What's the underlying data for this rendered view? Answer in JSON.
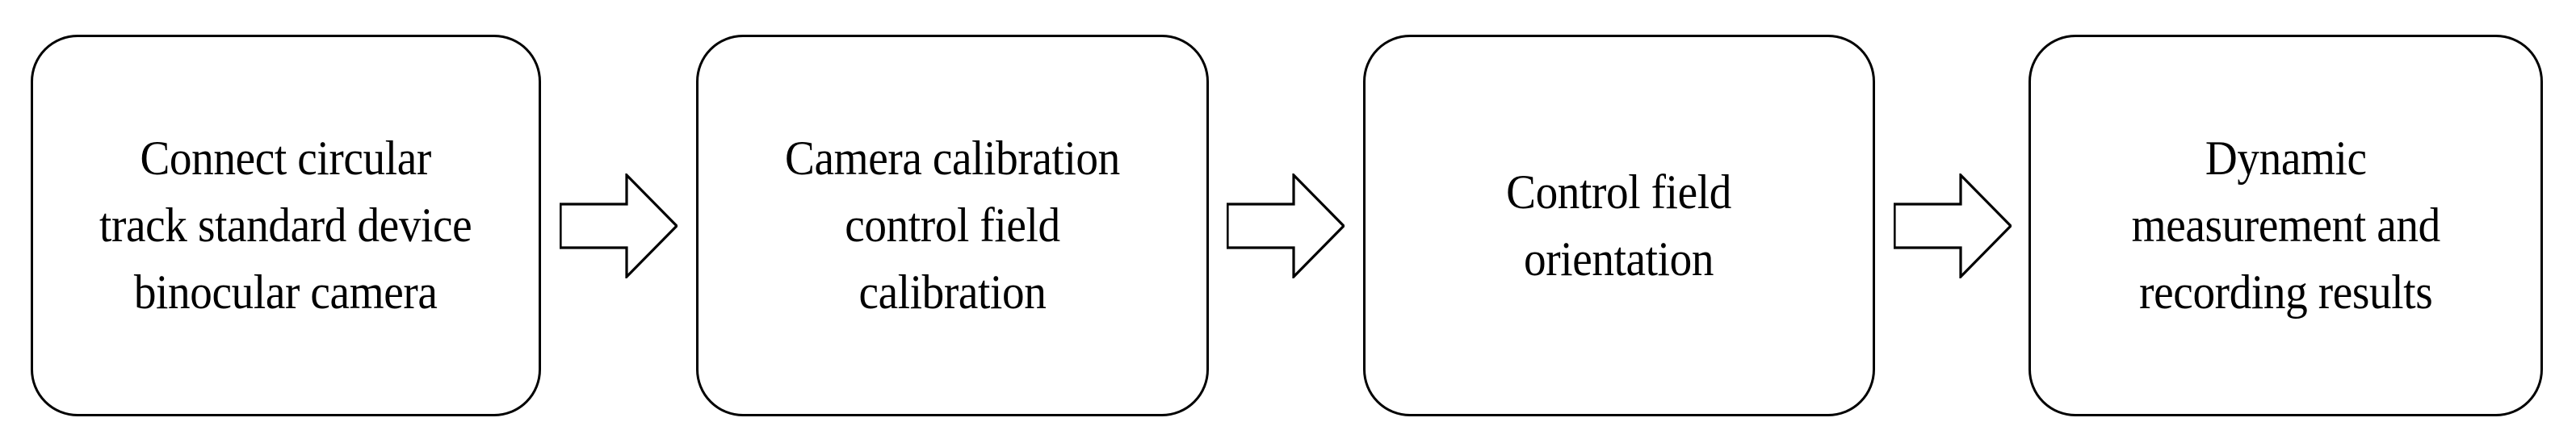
{
  "diagram": {
    "type": "flowchart",
    "orientation": "horizontal-left-to-right",
    "background_color": "#ffffff",
    "stroke_color": "#000000",
    "text_color": "#000000",
    "nodes": [
      {
        "id": "node-1",
        "shape": "rounded-rectangle",
        "label": "Connect circular\ntrack standard device\nbinocular camera",
        "lines": [
          "Connect circular",
          "track standard device",
          "binocular camera"
        ]
      },
      {
        "id": "node-2",
        "shape": "rounded-rectangle",
        "label": "Camera calibration\ncontrol field\ncalibration",
        "lines": [
          "Camera calibration",
          "control field",
          "calibration"
        ]
      },
      {
        "id": "node-3",
        "shape": "rounded-rectangle",
        "label": "Control field\norientation",
        "lines": [
          "Control field",
          "orientation"
        ]
      },
      {
        "id": "node-4",
        "shape": "rounded-rectangle",
        "label": "Dynamic\nmeasurement and\nrecording results",
        "lines": [
          "Dynamic",
          "measurement and",
          "recording results"
        ]
      }
    ],
    "connectors": [
      {
        "id": "arrow-1",
        "icon": "block-arrow-right-icon",
        "from": "node-1",
        "to": "node-2",
        "direction": "right"
      },
      {
        "id": "arrow-2",
        "icon": "block-arrow-right-icon",
        "from": "node-2",
        "to": "node-3",
        "direction": "right"
      },
      {
        "id": "arrow-3",
        "icon": "block-arrow-right-icon",
        "from": "node-3",
        "to": "node-4",
        "direction": "right"
      }
    ]
  }
}
